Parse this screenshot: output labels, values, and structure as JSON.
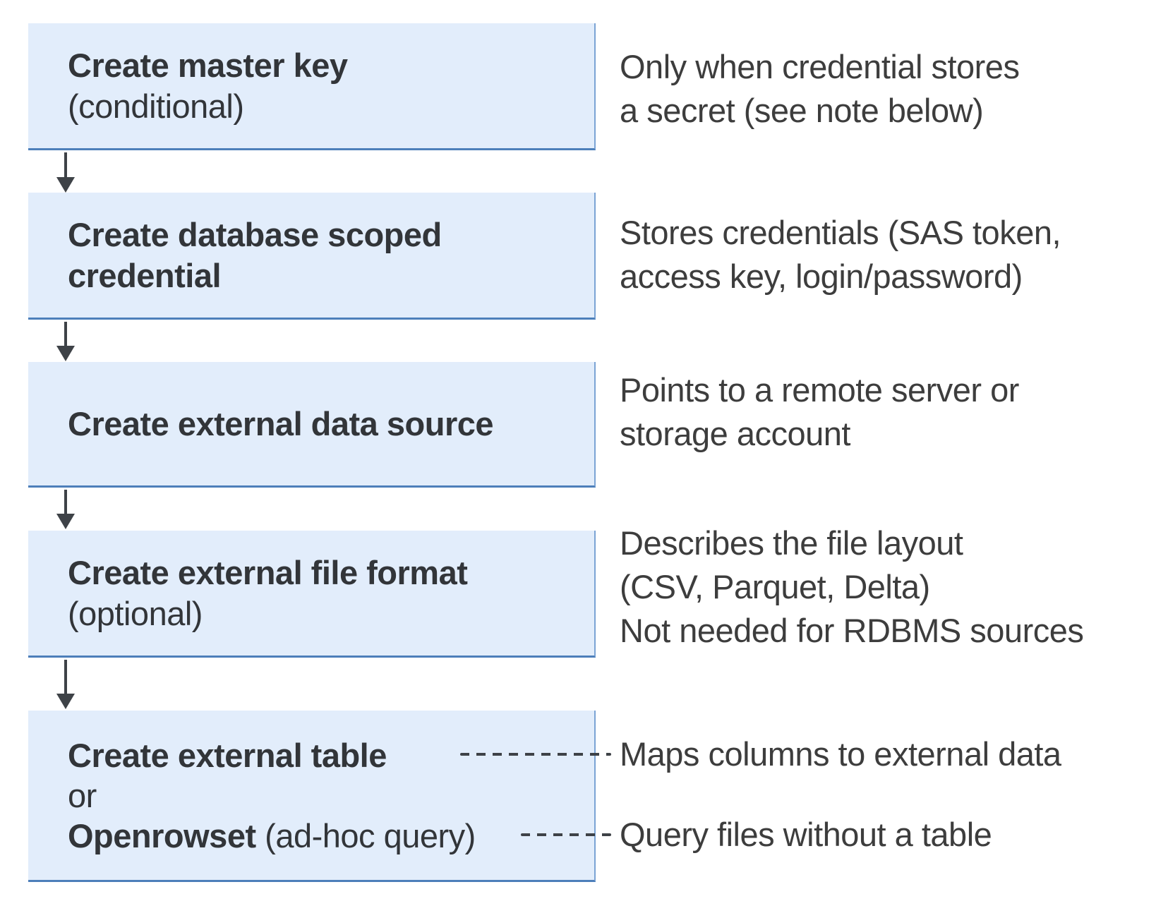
{
  "colors": {
    "box_fill": "#e2edfb",
    "box_border": "#4d7fba",
    "box_border_light": "#7ba3d4",
    "arrow": "#3e4247",
    "title_text": "#323539",
    "annotation_text": "#3d3d3d",
    "page_bg": "#ffffff"
  },
  "steps": [
    {
      "title": "Create master key",
      "note": "(conditional)",
      "annotation_lines": [
        "Only when credential stores",
        "a secret (see note below)"
      ]
    },
    {
      "title": "Create database scoped credential",
      "annotation_lines": [
        "Stores credentials (SAS token,",
        "access key, login/password)"
      ]
    },
    {
      "title": "Create external data source",
      "annotation_lines": [
        "Points to a remote server or",
        "storage account"
      ]
    },
    {
      "title": "Create external file format",
      "note": "(optional)",
      "annotation_lines": [
        "Describes the file layout",
        "(CSV, Parquet, Delta)",
        "Not needed for RDBMS sources"
      ]
    },
    {
      "option1": "Create external table",
      "or_label": "or",
      "option2": "Openrowset",
      "option2_note": " (ad-hoc query)",
      "option1_annotation": "Maps columns to external data",
      "option2_annotation": "Query files without a table"
    }
  ]
}
